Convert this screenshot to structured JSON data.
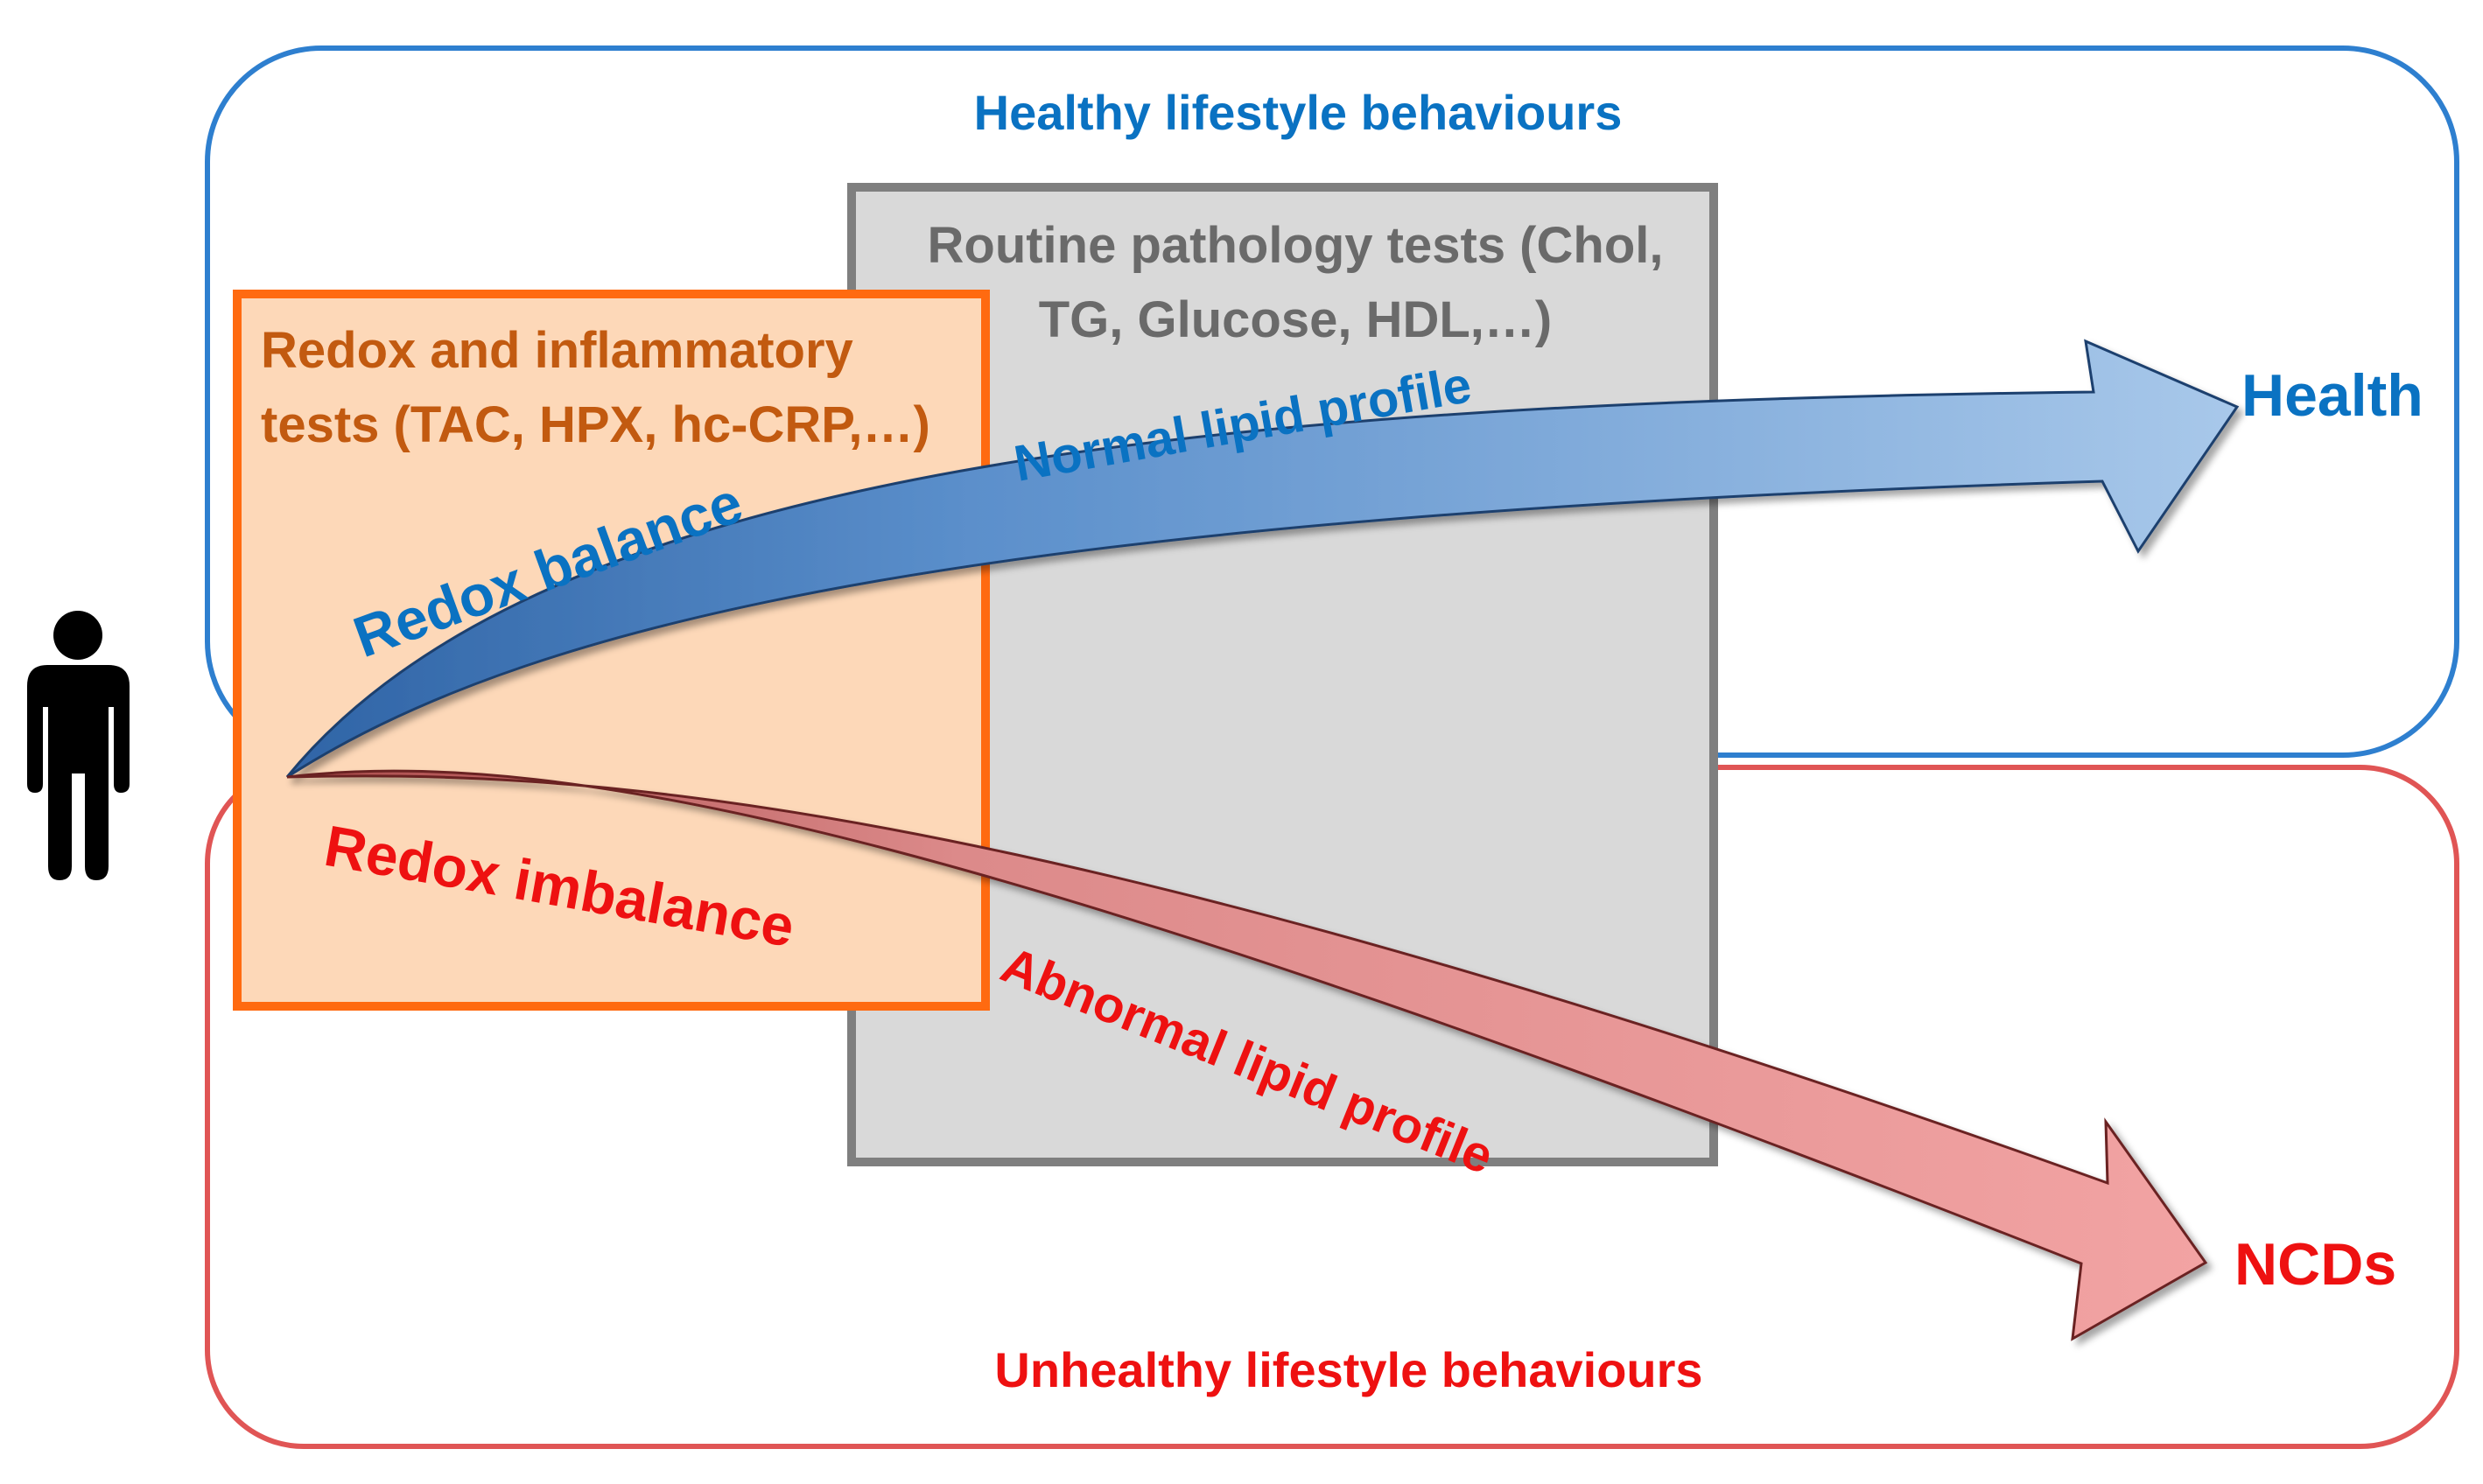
{
  "zones": {
    "healthy_label": "Healthy lifestyle behaviours",
    "unhealthy_label": "Unhealthy lifestyle behaviours"
  },
  "routine_box": {
    "line1": "Routine pathology tests (Chol,",
    "line2": "TG, Glucose, HDL,…)"
  },
  "redox_box": {
    "line1": "Redox and inflammatory",
    "line2": "tests (TAC, HPX, hc-CRP,…)"
  },
  "upper_path": {
    "label_redox": "Redox balance",
    "label_lipid": "Normal lipid profile",
    "outcome": "Health"
  },
  "lower_path": {
    "label_redox": "Redox imbalance",
    "label_lipid": "Abnormal lipid profile",
    "outcome": "NCDs"
  },
  "person_icon": "person-icon",
  "colors": {
    "blue": "#0a72c2",
    "red": "#ee1111",
    "orange": "#ff6a10",
    "orange_fill": "#fdd8b8",
    "brown_text": "#c25a10",
    "gray_fill": "#d9d9d9",
    "gray_border": "#7f7f7f",
    "gray_text": "#6a6a6a"
  }
}
